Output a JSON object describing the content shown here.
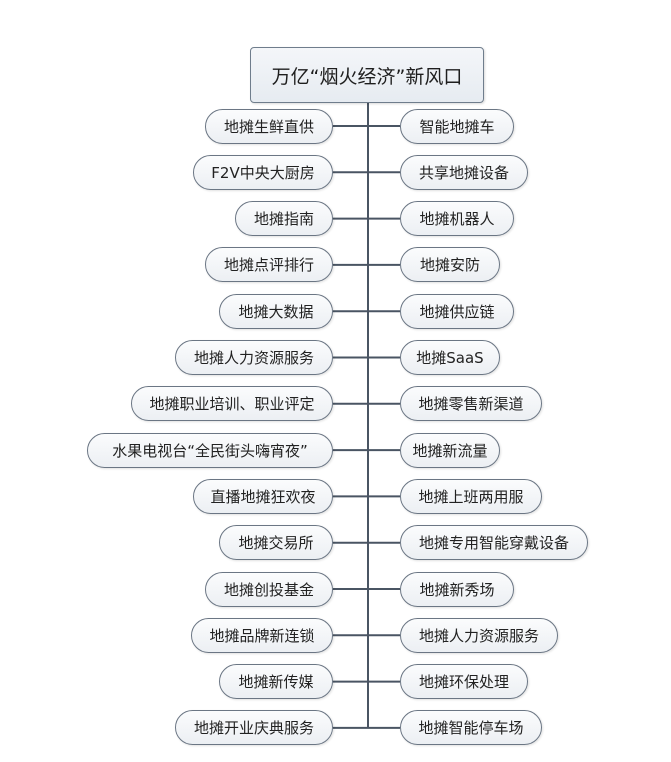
{
  "root": {
    "label": "万亿“烟火经济”新风口"
  },
  "left_items": [
    {
      "label": "地摊生鲜直供"
    },
    {
      "label": "F2V中央大厨房"
    },
    {
      "label": "地摊指南"
    },
    {
      "label": "地摊点评排行"
    },
    {
      "label": "地摊大数据"
    },
    {
      "label": "地摊人力资源服务"
    },
    {
      "label": "地摊职业培训、职业评定"
    },
    {
      "label": "水果电视台“全民街头嗨宵夜”"
    },
    {
      "label": "直播地摊狂欢夜"
    },
    {
      "label": "地摊交易所"
    },
    {
      "label": "地摊创投基金"
    },
    {
      "label": "地摊品牌新连锁"
    },
    {
      "label": "地摊新传媒"
    },
    {
      "label": "地摊开业庆典服务"
    }
  ],
  "right_items": [
    {
      "label": "智能地摊车"
    },
    {
      "label": "共享地摊设备"
    },
    {
      "label": "地摊机器人"
    },
    {
      "label": "地摊安防"
    },
    {
      "label": "地摊供应链"
    },
    {
      "label": "地摊SaaS"
    },
    {
      "label": "地摊零售新渠道"
    },
    {
      "label": "地摊新流量"
    },
    {
      "label": "地摊上班两用服"
    },
    {
      "label": "地摊专用智能穿戴设备"
    },
    {
      "label": "地摊新秀场"
    },
    {
      "label": "地摊人力资源服务"
    },
    {
      "label": "地摊环保处理"
    },
    {
      "label": "地摊智能停车场"
    }
  ]
}
